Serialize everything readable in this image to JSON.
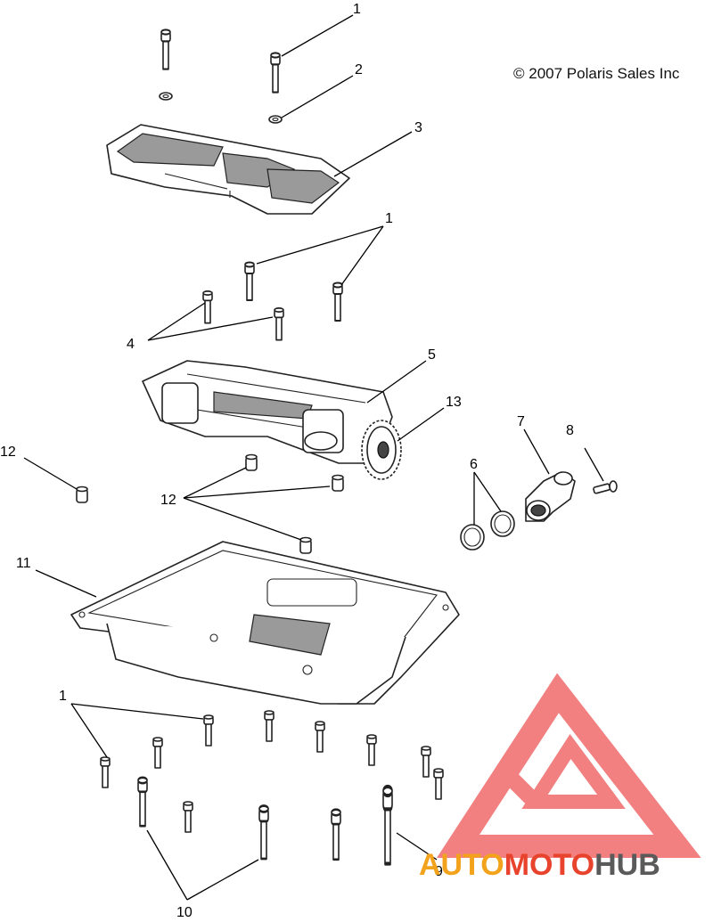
{
  "copyright": "© 2007 Polaris Sales Inc",
  "watermark": {
    "part_a": "AUTO",
    "part_b": "MOTO",
    "part_c": "HUB",
    "color_a": "#f3a21b",
    "color_b": "#e8432c",
    "color_c": "#5a5a5a",
    "logo_color": "#f06a6a"
  },
  "callouts": [
    {
      "id": "c1a",
      "text": "1"
    },
    {
      "id": "c2",
      "text": "2"
    },
    {
      "id": "c3",
      "text": "3"
    },
    {
      "id": "c1b",
      "text": "1"
    },
    {
      "id": "c4",
      "text": "4"
    },
    {
      "id": "c5",
      "text": "5"
    },
    {
      "id": "c13",
      "text": "13"
    },
    {
      "id": "c12a",
      "text": "12"
    },
    {
      "id": "c12b",
      "text": "12"
    },
    {
      "id": "c7",
      "text": "7"
    },
    {
      "id": "c8",
      "text": "8"
    },
    {
      "id": "c6",
      "text": "6"
    },
    {
      "id": "c11",
      "text": "11"
    },
    {
      "id": "c1c",
      "text": "1"
    },
    {
      "id": "c9",
      "text": "9"
    },
    {
      "id": "c10",
      "text": "10"
    }
  ]
}
